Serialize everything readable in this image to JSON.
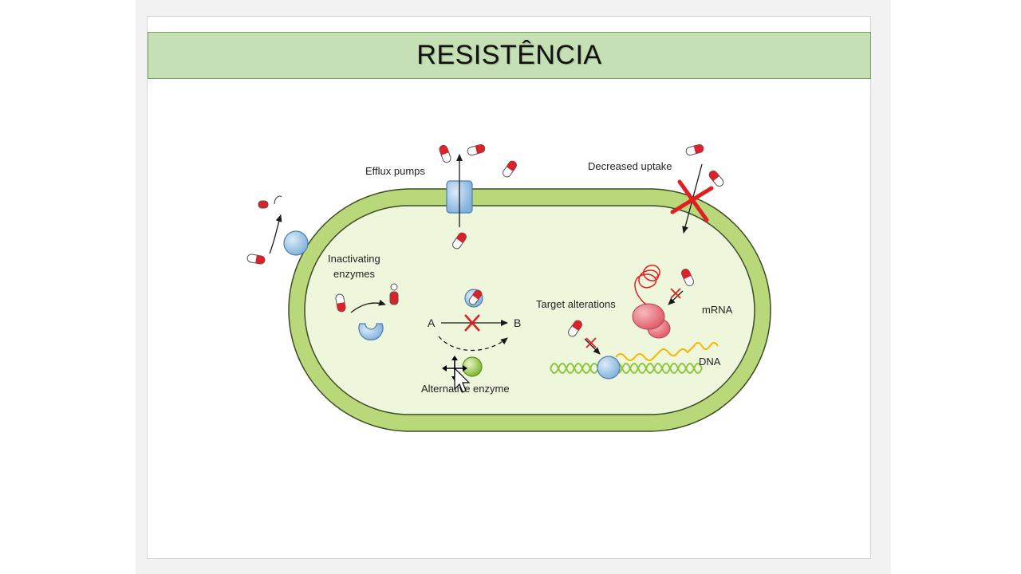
{
  "slide": {
    "title": "RESISTÊNCIA"
  },
  "diagram": {
    "labels": {
      "efflux": "Efflux pumps",
      "uptake": "Decreased uptake",
      "inactivating_1": "Inactivating",
      "inactivating_2": "enzymes",
      "target": "Target alterations",
      "mrna": "mRNA",
      "dna": "DNA",
      "alt_enzyme": "Alternative enzyme",
      "a": "A",
      "b": "B"
    },
    "colors": {
      "title_bar": "#c5e0b4",
      "cell_wall": "#b9d87a",
      "cytoplasm": "#eef6dc",
      "enzyme_blue": "#9dc3e6",
      "drug_red": "#d9222a",
      "ribosome": "#e8707a",
      "dna_green": "#8cc63f",
      "mrna_yellow": "#f5b800",
      "cross_red": "#e02020"
    }
  }
}
